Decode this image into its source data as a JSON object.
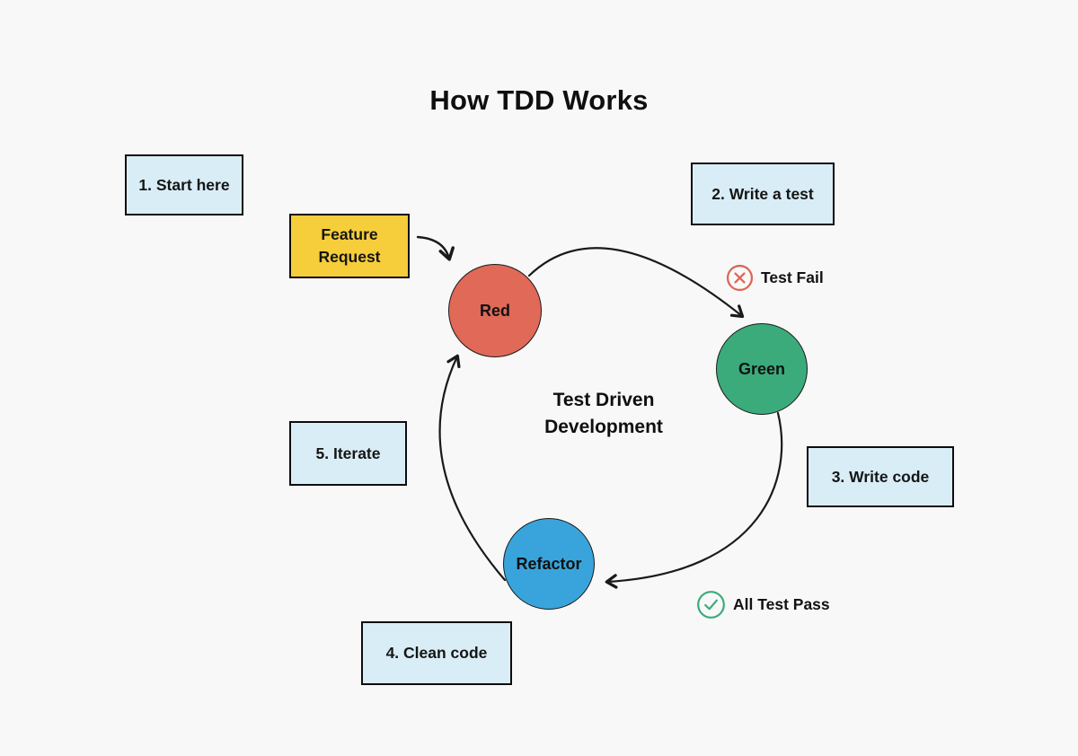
{
  "title": "How TDD Works",
  "center_label": {
    "line1": "Test Driven",
    "line2": "Development"
  },
  "steps": [
    {
      "label": "1. Start here"
    },
    {
      "label": "2. Write a test"
    },
    {
      "label": "3. Write code"
    },
    {
      "label": "4. Clean code"
    },
    {
      "label": "5. Iterate"
    }
  ],
  "feature_box": {
    "label": "Feature Request"
  },
  "nodes": [
    {
      "id": "red",
      "label": "Red",
      "color": "#e06958"
    },
    {
      "id": "green",
      "label": "Green",
      "color": "#3bab7b"
    },
    {
      "id": "refactor",
      "label": "Refactor",
      "color": "#39a4db"
    }
  ],
  "statuses": [
    {
      "label": "Test Fail",
      "icon": "x-circle-icon",
      "color": "#dd6656"
    },
    {
      "label": "All Test Pass",
      "icon": "check-circle-icon",
      "color": "#3bab7b"
    }
  ],
  "colors": {
    "background": "#f8f8f8",
    "step_box_fill": "#d9edf7",
    "feature_box_fill": "#f6ce3b",
    "stroke": "#1a1a1a",
    "text": "#111111"
  }
}
